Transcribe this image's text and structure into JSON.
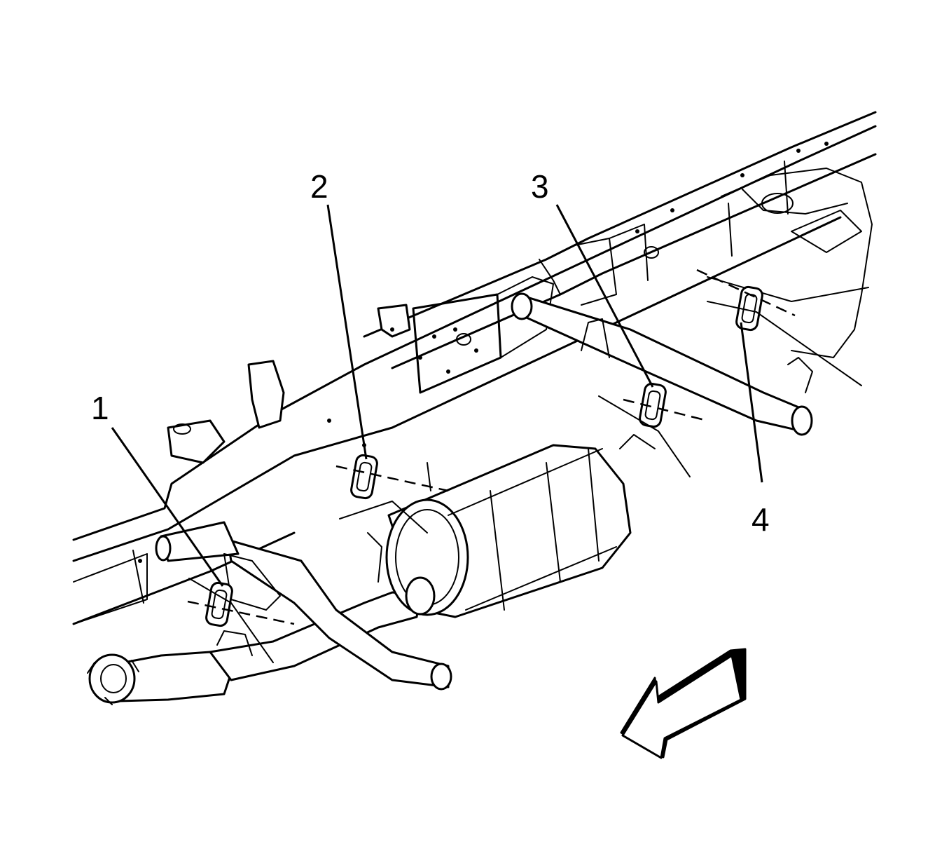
{
  "callouts": [
    {
      "id": "1",
      "label": "1"
    },
    {
      "id": "2",
      "label": "2"
    },
    {
      "id": "3",
      "label": "3"
    },
    {
      "id": "4",
      "label": "4"
    }
  ],
  "icons": {
    "direction_arrow": "front-direction-arrow-icon"
  },
  "colors": {
    "line": "#000000",
    "background": "#ffffff"
  }
}
